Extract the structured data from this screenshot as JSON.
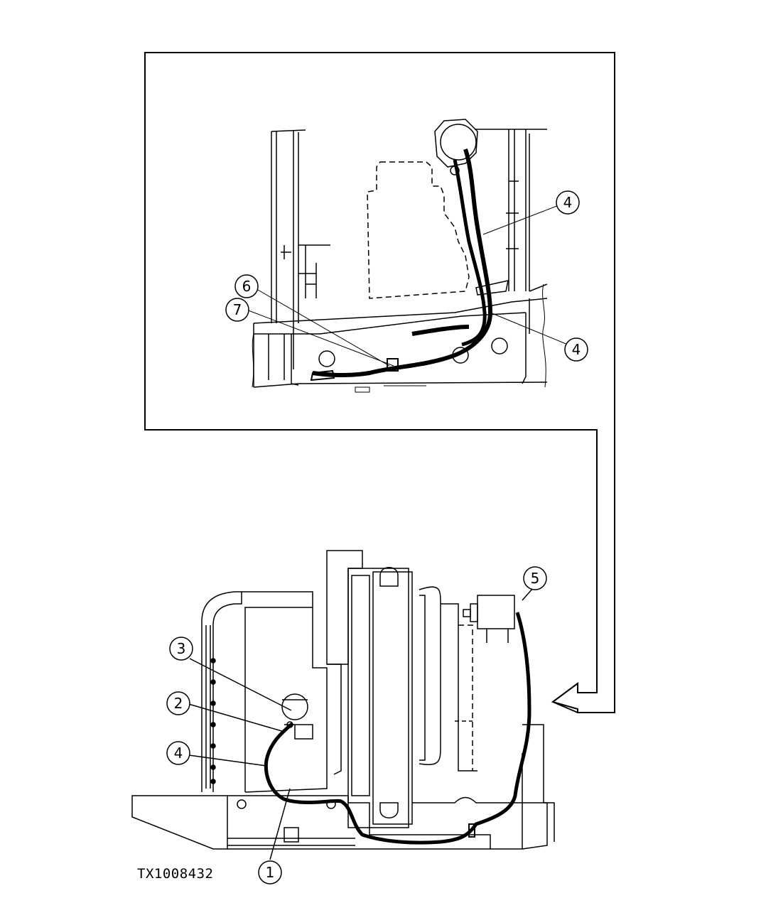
{
  "figure_id": "TX1008432",
  "callouts": {
    "c1": "1",
    "c2": "2",
    "c3": "3",
    "c4_lower": "4",
    "c5": "5",
    "c4_upper_a": "4",
    "c4_upper_b": "4",
    "c6": "6",
    "c7": "7"
  },
  "colors": {
    "line": "#000000",
    "background": "#ffffff"
  }
}
